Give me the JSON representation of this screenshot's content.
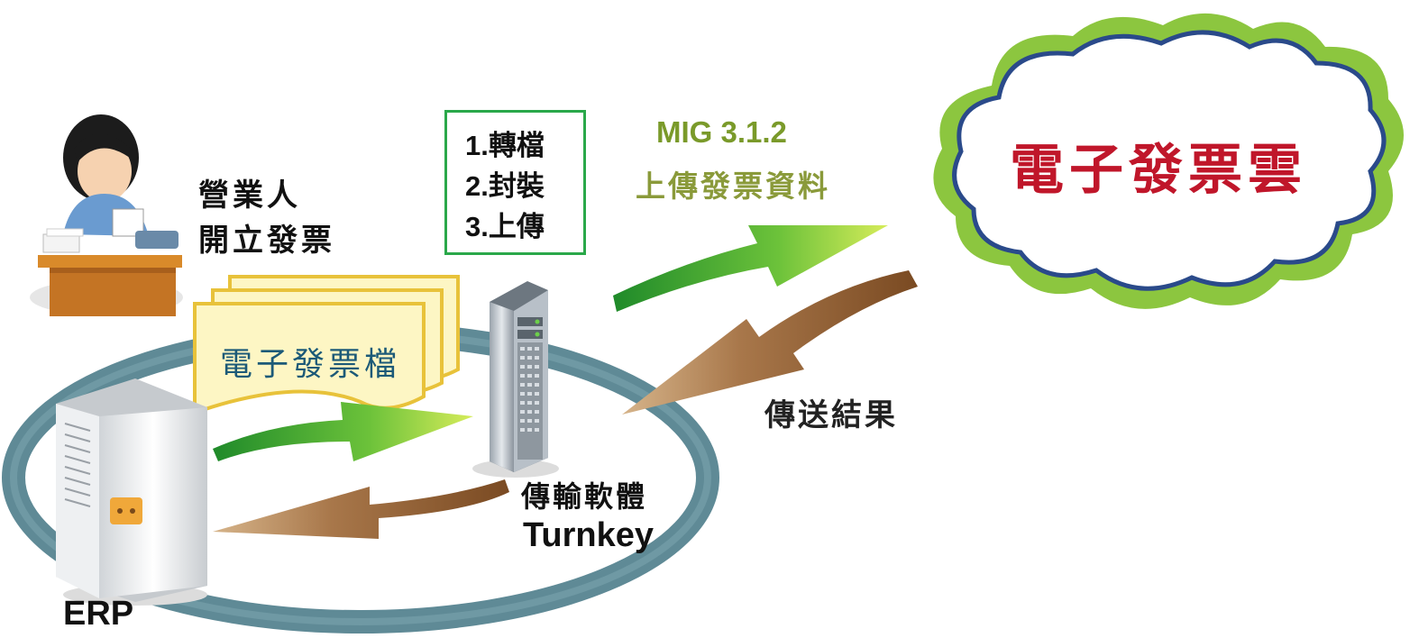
{
  "seller": {
    "line1": "營業人",
    "line2": "開立發票"
  },
  "steps": [
    "1.轉檔",
    "2.封裝",
    "3.上傳"
  ],
  "upload": {
    "code": "MIG 3.1.2",
    "description": "上傳發票資料"
  },
  "cloud": {
    "label": "電子發票雲"
  },
  "document": {
    "label": "電子發票檔"
  },
  "result": {
    "label": "傳送結果"
  },
  "turnkey": {
    "label_zh": "傳輸軟體",
    "label_en": "Turnkey"
  },
  "erp": {
    "label": "ERP"
  },
  "colors": {
    "green_arrow": "#4caf2a",
    "brown_arrow": "#9c6a3a",
    "cloud_fill": "#ffffff",
    "cloud_outline": "#8cc63f",
    "cloud_inner_outline": "#2a4a8a",
    "cloud_text": "#c0162a",
    "steps_border": "#2aa84a",
    "ring": "#5f8a96",
    "document_fill": "#fdf6c4",
    "document_border": "#e8c23a"
  }
}
